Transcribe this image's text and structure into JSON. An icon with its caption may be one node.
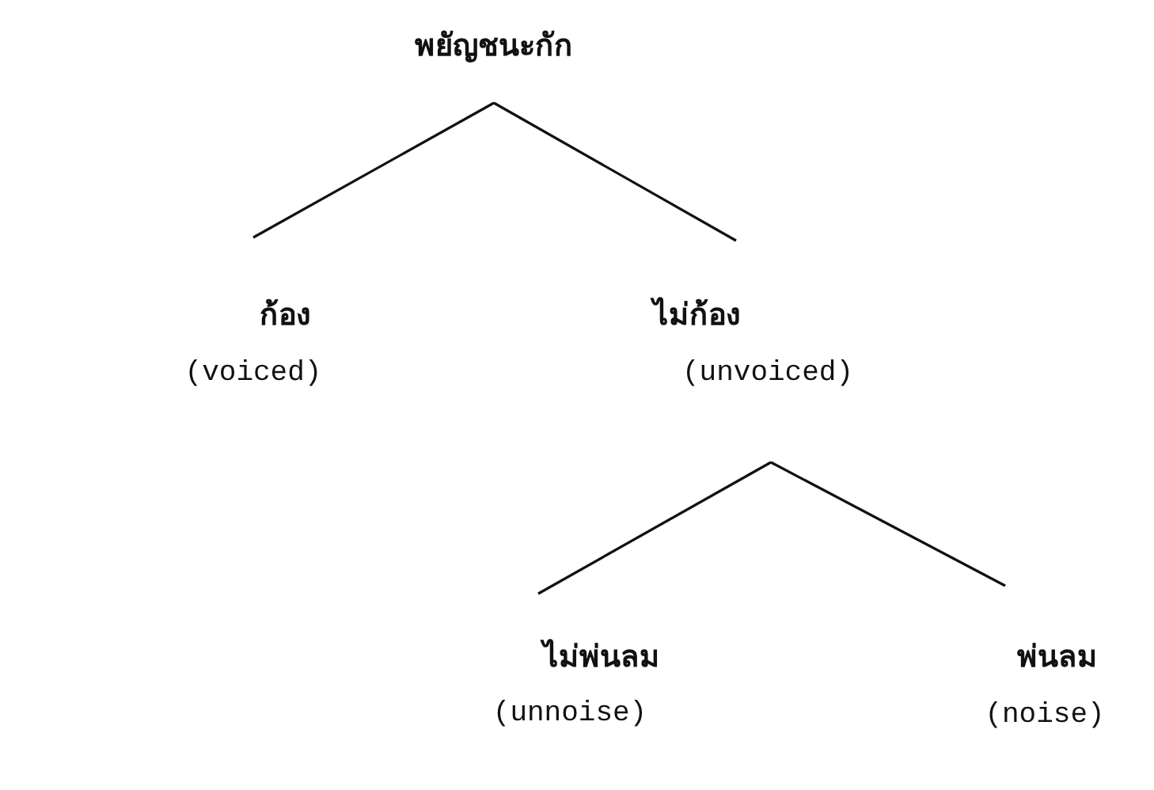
{
  "diagram": {
    "nodes": [
      {
        "text": [
          "พยัญชนะกัก"
        ]
      },
      {
        "text": [
          "ก้อง",
          "(voiced)"
        ]
      },
      {
        "text": [
          "ไม่ก้อง",
          "(unvoiced)"
        ]
      },
      {
        "text": [
          "ไม่พ่นลม",
          "(unnoise)"
        ]
      },
      {
        "text": [
          "พ่นลม",
          "(noise)"
        ]
      }
    ],
    "edges": [
      {
        "from": 0,
        "to": 1,
        "arrow": "none"
      },
      {
        "from": 0,
        "to": 2,
        "arrow": "none"
      },
      {
        "from": 2,
        "to": 3,
        "arrow": "none"
      },
      {
        "from": 2,
        "to": 4,
        "arrow": "none"
      }
    ]
  }
}
